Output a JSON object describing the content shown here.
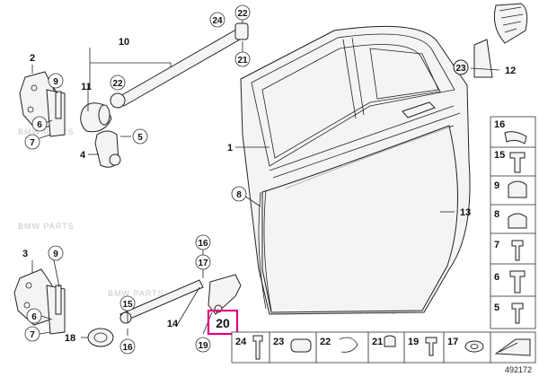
{
  "watermark": "BMW PARTS",
  "catalog_number": "492172",
  "highlight_color": "#e4007f",
  "callouts": {
    "c1": "1",
    "c2": "2",
    "c3": "3",
    "c4": "4",
    "c5": "5",
    "c6": "6",
    "c7": "7",
    "c8": "8",
    "c9": "9",
    "c10": "10",
    "c11": "11",
    "c12": "12",
    "c13": "13",
    "c14": "14",
    "c15": "15",
    "c16": "16",
    "c17": "17",
    "c18": "18",
    "c19": "19",
    "c20": "20",
    "c21": "21",
    "c22": "22",
    "c23": "23",
    "c24": "24"
  },
  "side_legend": [
    "16",
    "15",
    "9",
    "8",
    "7",
    "6",
    "5"
  ],
  "bottom_legend": [
    "24",
    "23",
    "22",
    "21",
    "19",
    "17"
  ]
}
